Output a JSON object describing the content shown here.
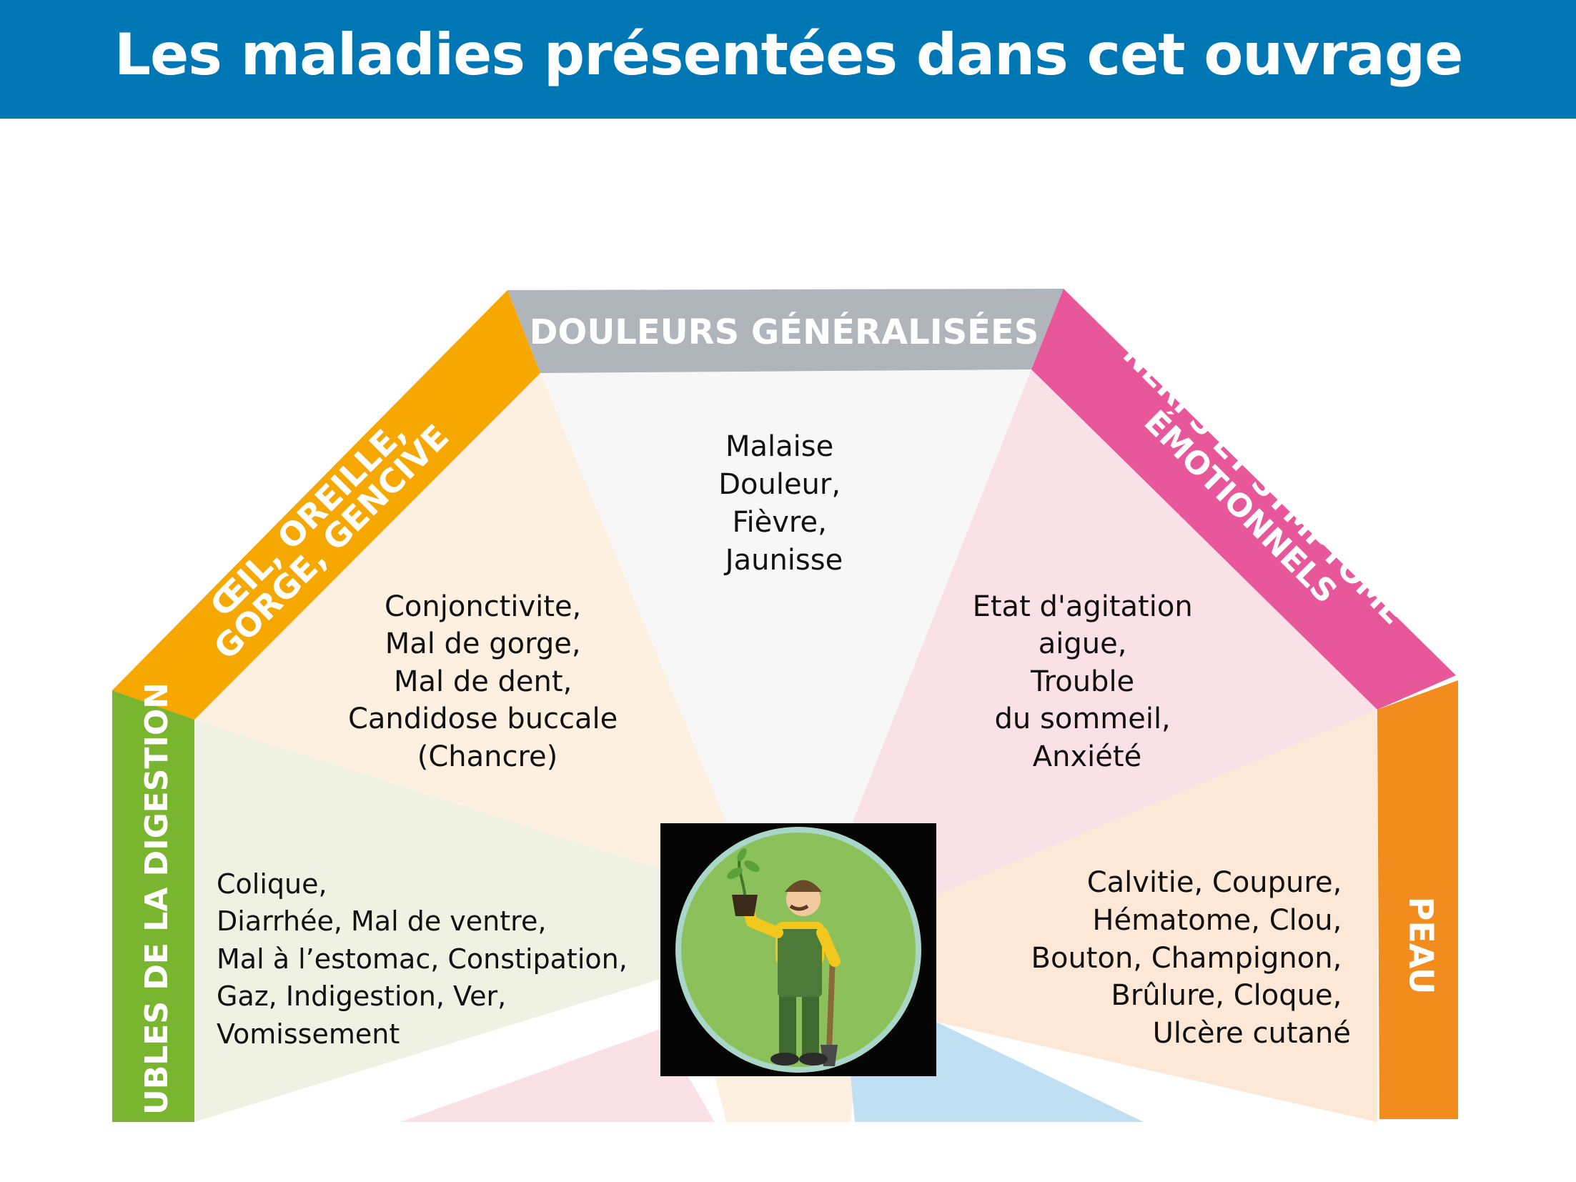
{
  "header": {
    "title": "Les maladies présentées dans cet ouvrage"
  },
  "colors": {
    "header": "#0077b5",
    "eye_ear": "#f6a800",
    "general_pain": "#b0b4bb",
    "nerves": "#e8579a",
    "digestion": "#79b52e",
    "skin": "#f28c1c"
  },
  "categories": {
    "general_pain": {
      "label": "DOULEURS GÉNÉRALISÉES",
      "items": [
        "Malaise",
        "Douleur,",
        "Fièvre,",
        "Jaunisse"
      ]
    },
    "eye_ear": {
      "label_lines": [
        "ŒIL, OREILLE,",
        "GORGE, GENCIVE"
      ],
      "items": [
        "Conjonctivite,",
        "Mal de gorge,",
        "Mal de dent,",
        "Candidose buccale",
        "(Chancre)"
      ]
    },
    "nerves": {
      "label_lines": [
        "NERFS ET SYMPTÔME",
        "ÉMOTIONNELS"
      ],
      "items": [
        "Etat d'agitation",
        "aigue,",
        "Trouble",
        "du sommeil,",
        "Anxiété"
      ]
    },
    "digestion": {
      "label": "UBLES DE LA DIGESTION",
      "items": [
        "Colique,",
        "Diarrhée, Mal de ventre,",
        "Mal à l’estomac, Constipation,",
        "Gaz, Indigestion, Ver,",
        "Vomissement"
      ]
    },
    "skin": {
      "label": "PEAU",
      "items": [
        "Calvitie, Coupure,",
        "Hématome, Clou,",
        "Bouton, Champignon,",
        "Brûlure, Cloque,",
        "Ulcère cutané"
      ]
    }
  },
  "center_image": {
    "icon": "gardener-icon"
  }
}
